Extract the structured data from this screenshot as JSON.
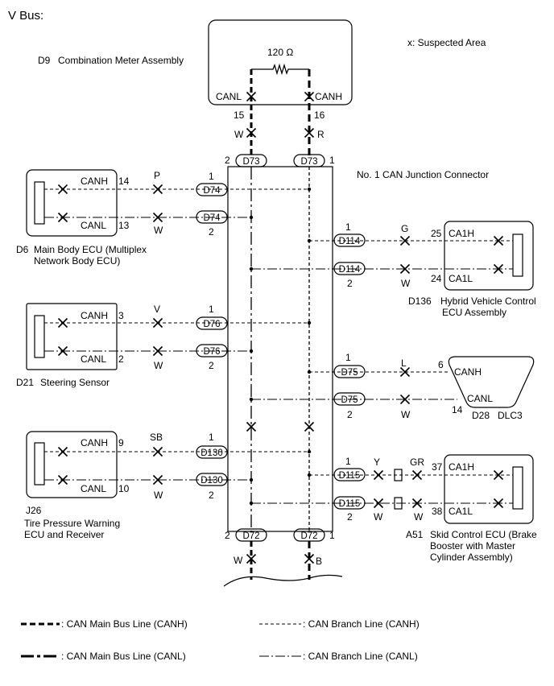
{
  "title": "V Bus:",
  "suspected_note": "x: Suspected Area",
  "junction": {
    "name": "No. 1 CAN Junction Connector",
    "top_left": {
      "code": "D73",
      "pin": "2"
    },
    "top_right": {
      "code": "D73",
      "pin": "1"
    },
    "bottom_left": {
      "code": "D72",
      "pin": "2"
    },
    "bottom_right": {
      "code": "D72",
      "pin": "1"
    }
  },
  "meter": {
    "ref": "D9",
    "name": "Combination Meter Assembly",
    "resistor": "120 Ω",
    "canl": "CANL",
    "canh": "CANH",
    "pin_l": "15",
    "pin_h": "16",
    "wire_l": "W",
    "wire_h": "R"
  },
  "bottom_wires": {
    "left": "W",
    "right": "B"
  },
  "main_body": {
    "ref": "D6",
    "name_line1": "Main Body ECU (Multiplex",
    "name_line2": "Network Body ECU)",
    "canh": "CANH",
    "canl": "CANL",
    "pin_h": "14",
    "pin_l": "13",
    "wire_h": "P",
    "wire_l": "W",
    "conn_h": "D74",
    "conn_l": "D74",
    "conn_pin_h": "1",
    "conn_pin_l": "2"
  },
  "steering": {
    "ref": "D21",
    "name": "Steering Sensor",
    "canh": "CANH",
    "canl": "CANL",
    "pin_h": "3",
    "pin_l": "2",
    "wire_h": "V",
    "wire_l": "W",
    "conn_h": "D76",
    "conn_l": "D76",
    "conn_pin_h": "1",
    "conn_pin_l": "2"
  },
  "tpms": {
    "ref": "J26",
    "name_line1": "Tire Pressure Warning",
    "name_line2": "ECU and Receiver",
    "canh": "CANH",
    "canl": "CANL",
    "pin_h": "9",
    "pin_l": "10",
    "wire_h": "SB",
    "wire_l": "W",
    "conn_h": "D130",
    "conn_l": "D130",
    "conn_pin_h": "1",
    "conn_pin_l": "2"
  },
  "hybrid": {
    "ref": "D136",
    "name_line1": "Hybrid Vehicle Control",
    "name_line2": "ECU Assembly",
    "canh": "CA1H",
    "canl": "CA1L",
    "pin_h": "25",
    "pin_l": "24",
    "wire_h": "G",
    "wire_l": "W",
    "conn_h": "D114",
    "conn_l": "D114",
    "conn_pin_h": "1",
    "conn_pin_l": "2"
  },
  "dlc": {
    "ref": "D28",
    "name": "DLC3",
    "canh": "CANH",
    "canl": "CANL",
    "pin_h": "6",
    "pin_l": "14",
    "wire_h": "L",
    "wire_l": "W",
    "conn_h": "D75",
    "conn_l": "D75",
    "conn_pin_h": "1",
    "conn_pin_l": "2"
  },
  "skid": {
    "ref": "A51",
    "name_line1": "Skid Control ECU (Brake",
    "name_line2": "Booster with Master",
    "name_line3": "Cylinder Assembly)",
    "canh": "CA1H",
    "canl": "CA1L",
    "pin_h": "37",
    "pin_l": "38",
    "wire_h1": "Y",
    "wire_h2": "GR",
    "wire_l1": "W",
    "wire_l2": "W",
    "conn_h": "D115",
    "conn_l": "D115",
    "conn_pin_h": "1",
    "conn_pin_l": "2"
  },
  "legend": {
    "main_h": ": CAN Main Bus Line (CANH)",
    "main_l": ": CAN Main Bus Line (CANL)",
    "branch_h": ": CAN Branch Line (CANH)",
    "branch_l": ": CAN Branch Line (CANL)"
  }
}
